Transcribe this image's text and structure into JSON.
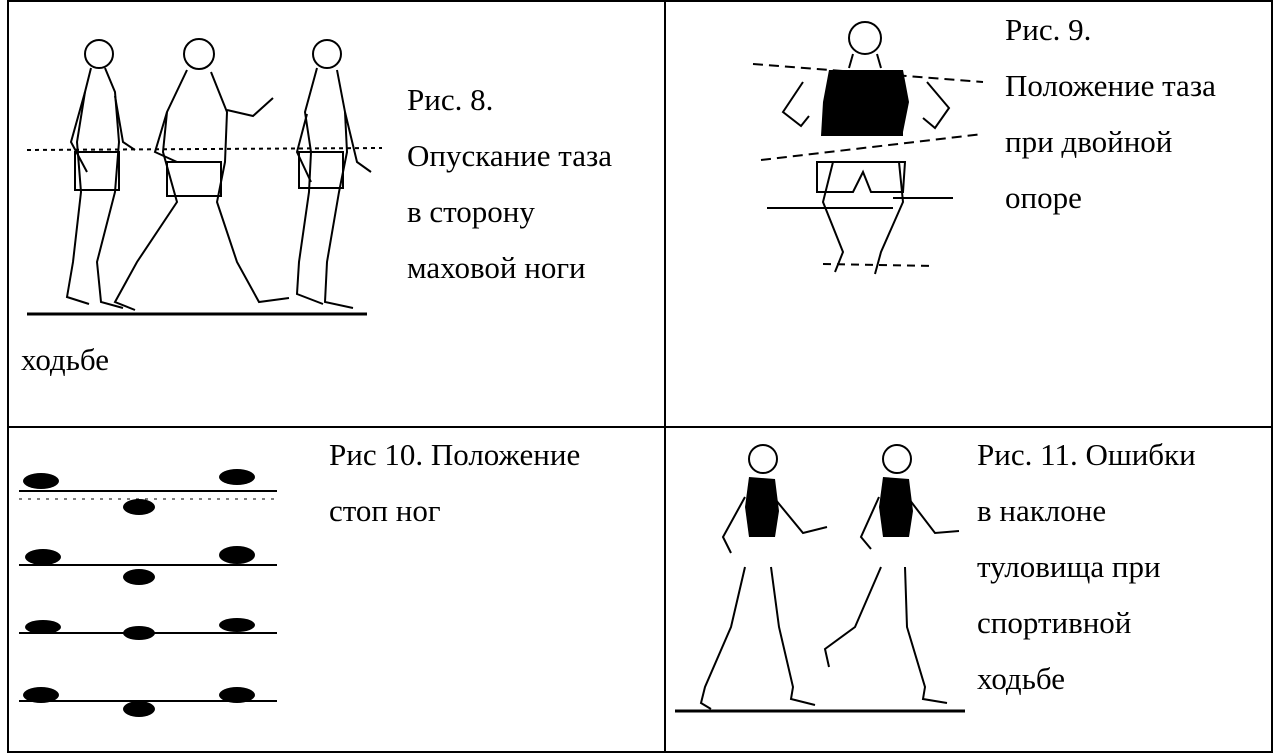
{
  "cells": [
    {
      "caption_lines": [
        "Рис. 8.",
        "Опускание таза",
        "в сторону",
        "маховой ноги"
      ],
      "footer_text": "ходьбе",
      "figure_icon": "three-walkers-pelvis-line-figure"
    },
    {
      "caption_lines": [
        "Рис. 9.",
        "Положение таза",
        "при двойной",
        "опоре"
      ],
      "figure_icon": "front-view-walker-figure"
    },
    {
      "caption_lines": [
        "Рис 10. Положение",
        "стоп ног"
      ],
      "figure_icon": "foot-placement-rows-figure"
    },
    {
      "caption_lines": [
        "Рис. 11. Ошибки",
        "в наклоне",
        "туловища при",
        "спортивной",
        "ходьбе"
      ],
      "figure_icon": "two-walkers-trunk-lean-figure"
    }
  ]
}
